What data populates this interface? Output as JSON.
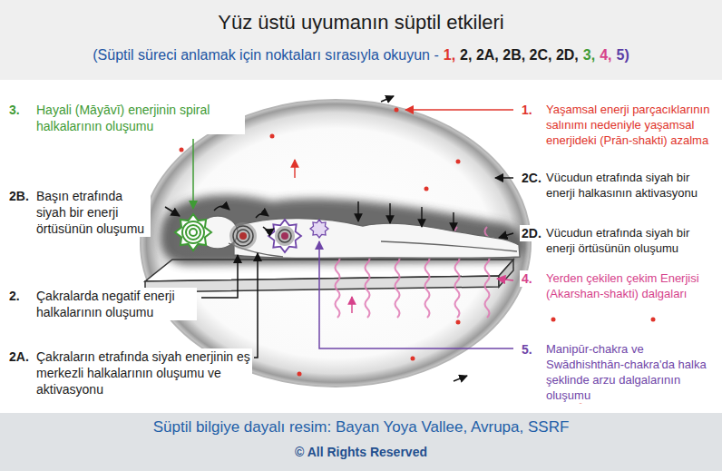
{
  "diagram": {
    "title": "Yüz üstü uyumanın süptil etkileri",
    "caption": "Süptil bilgiye dayalı resim: Bayan Yoya Vallee, Avrupa, SSRF",
    "labels": [
      "(Süptil süreci anlamak için noktaları sırasıyla okuyun -",
      "1,",
      "2, 2A, 2B, 2C, 2D,",
      "3,",
      "4,",
      "5)",
      "3.",
      "Hayali (Māyāvī) enerjinin spiral halkalarının oluşumu",
      "1.",
      "Yaşamsal enerji parçacıklarının salınımı nedeniyle yaşamsal enerjideki (Prān-shakti) azalma",
      "2C.",
      "Vücudun etrafında siyah bir enerji halkasının aktivasyonu",
      "2B.",
      "Başın etrafında siyah bir enerji örtüsünün oluşumu",
      "2D.",
      "Vücudun etrafında siyah bir enerji örtüsünün oluşumu",
      "4.",
      "Yerden çekilen çekim Enerjisi (Akarshan-shakti) dalgaları",
      "2.",
      "Çakralarda negatif enerji halkalarının oluşumu",
      "5.",
      "Manipūr-chakra ve Swādhishthān-chakra'da halka şeklinde arzu dalgalarının oluşumu",
      "2A.",
      "Çakraların etrafında siyah enerjinin eş merkezli halkalarının oluşumu ve aktivasyonu",
      "© All Rights Reserved"
    ]
  }
}
